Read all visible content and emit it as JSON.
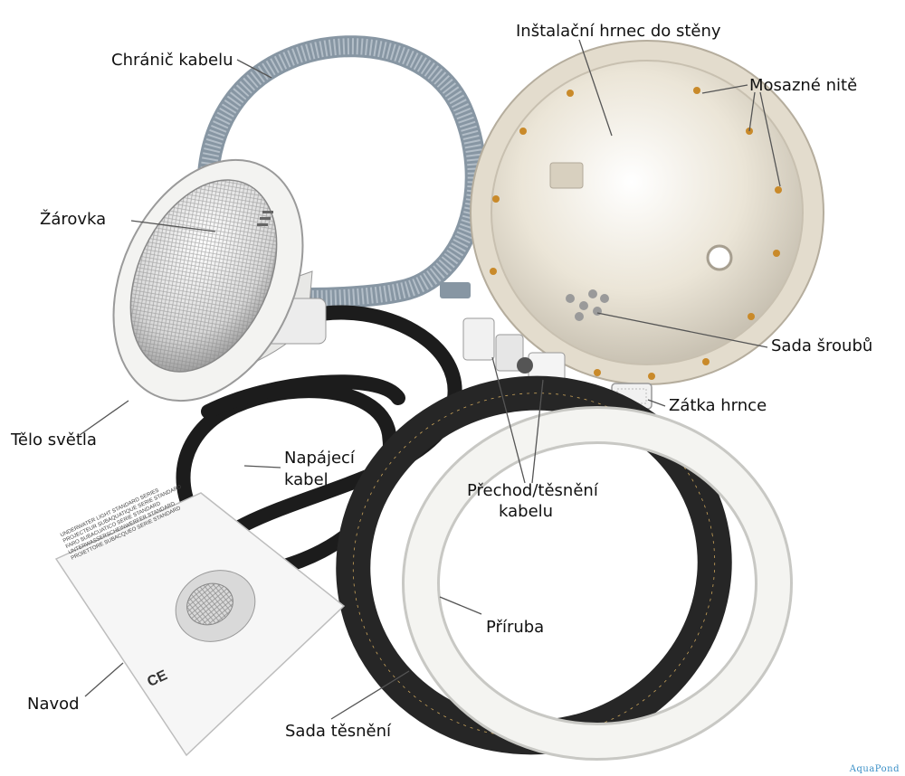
{
  "labels": {
    "chranic_kabelu": "Chránič kabelu",
    "instalacni_hrnec": "Inštalační hrnec do stěny",
    "mosazne_nite": "Mosazné nitě",
    "zarovka": "Žárovka",
    "sada_sroubu": "Sada šroubů",
    "zatka_hrnce": "Zátka hrnce",
    "telo_svetla": "Tělo světla",
    "napajeci_kabel_1": "Napájecí",
    "napajeci_kabel_2": "kabel",
    "prechod_1": "Přechod/těsnění",
    "prechod_2": "kabelu",
    "priruba": "Příruba",
    "navod": "Navod",
    "sada_tesneni": "Sada těsnění"
  },
  "manual": {
    "lines": [
      "UNDERWATER LIGHT STANDARD SERIES",
      "PROJECTEUR SUBAQUATIQUE SERIE STANDARD",
      "FARO SUBACUATICO SERIE STANDARD",
      "UNTERWASSERSCHEINWERFER STANDARD",
      "PROIETTORE SUBACQUEO SERIE STANDARD"
    ],
    "mark": "CE"
  },
  "brand": "AquaPond",
  "colors": {
    "hose": "#9aa7b3",
    "cable": "#1c1c1c",
    "gasket": "#262626",
    "flange": "#f2f2ee",
    "pot": "#ece6d8",
    "brass": "#c98a2a"
  }
}
